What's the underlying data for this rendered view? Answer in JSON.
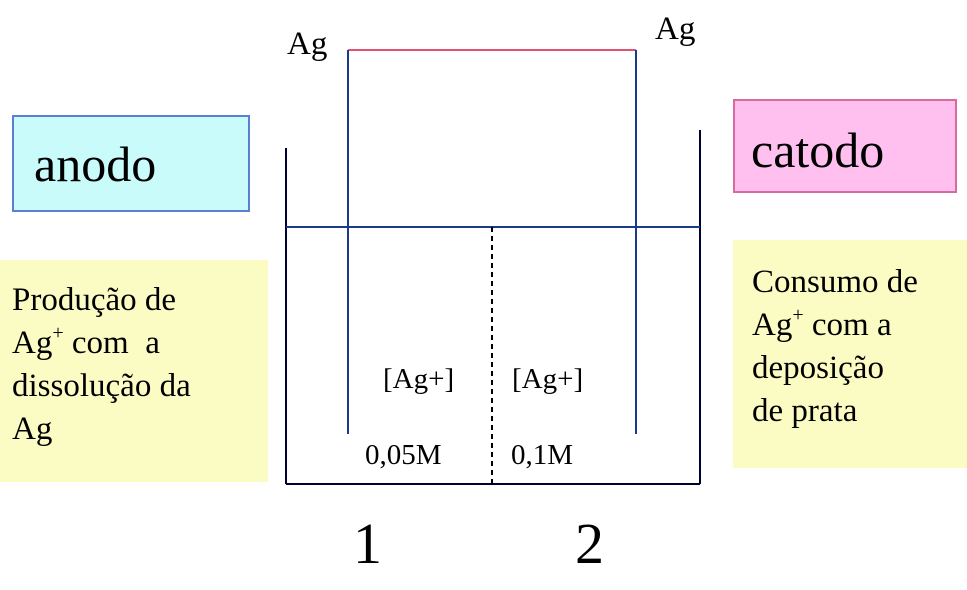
{
  "electrodes": {
    "left_label": "Ag",
    "right_label": "Ag"
  },
  "anode_box": {
    "label": "anodo",
    "background": "#c9fbfb",
    "border": "#5b7fd6"
  },
  "cathode_box": {
    "label": "catodo",
    "background": "#ffc0f0",
    "border": "#d86aa0"
  },
  "left_note": {
    "lines": [
      {
        "pre": "Produção de",
        "sup": "",
        "post": ""
      },
      {
        "pre": "Ag",
        "sup": "+",
        "post": " com  a"
      },
      {
        "pre": "dissolução da",
        "sup": "",
        "post": ""
      },
      {
        "pre": "Ag",
        "sup": "",
        "post": ""
      }
    ]
  },
  "right_note": {
    "lines": [
      {
        "pre": "Consumo de",
        "sup": "",
        "post": ""
      },
      {
        "pre": "Ag",
        "sup": "+",
        "post": " com a"
      },
      {
        "pre": "deposição",
        "sup": "",
        "post": ""
      },
      {
        "pre": "de prata",
        "sup": "",
        "post": ""
      }
    ]
  },
  "compartment_1": {
    "ion": "[Ag+]",
    "concentration": "0,05M",
    "number": "1"
  },
  "compartment_2": {
    "ion": "[Ag+]",
    "concentration": "0,1M",
    "number": "2"
  },
  "colors": {
    "wire": "#e05070",
    "electrode": "#1a3a8a",
    "solution_level": "#1a3a8a",
    "beaker": "#000033",
    "note_background": "#fbfbc4"
  }
}
